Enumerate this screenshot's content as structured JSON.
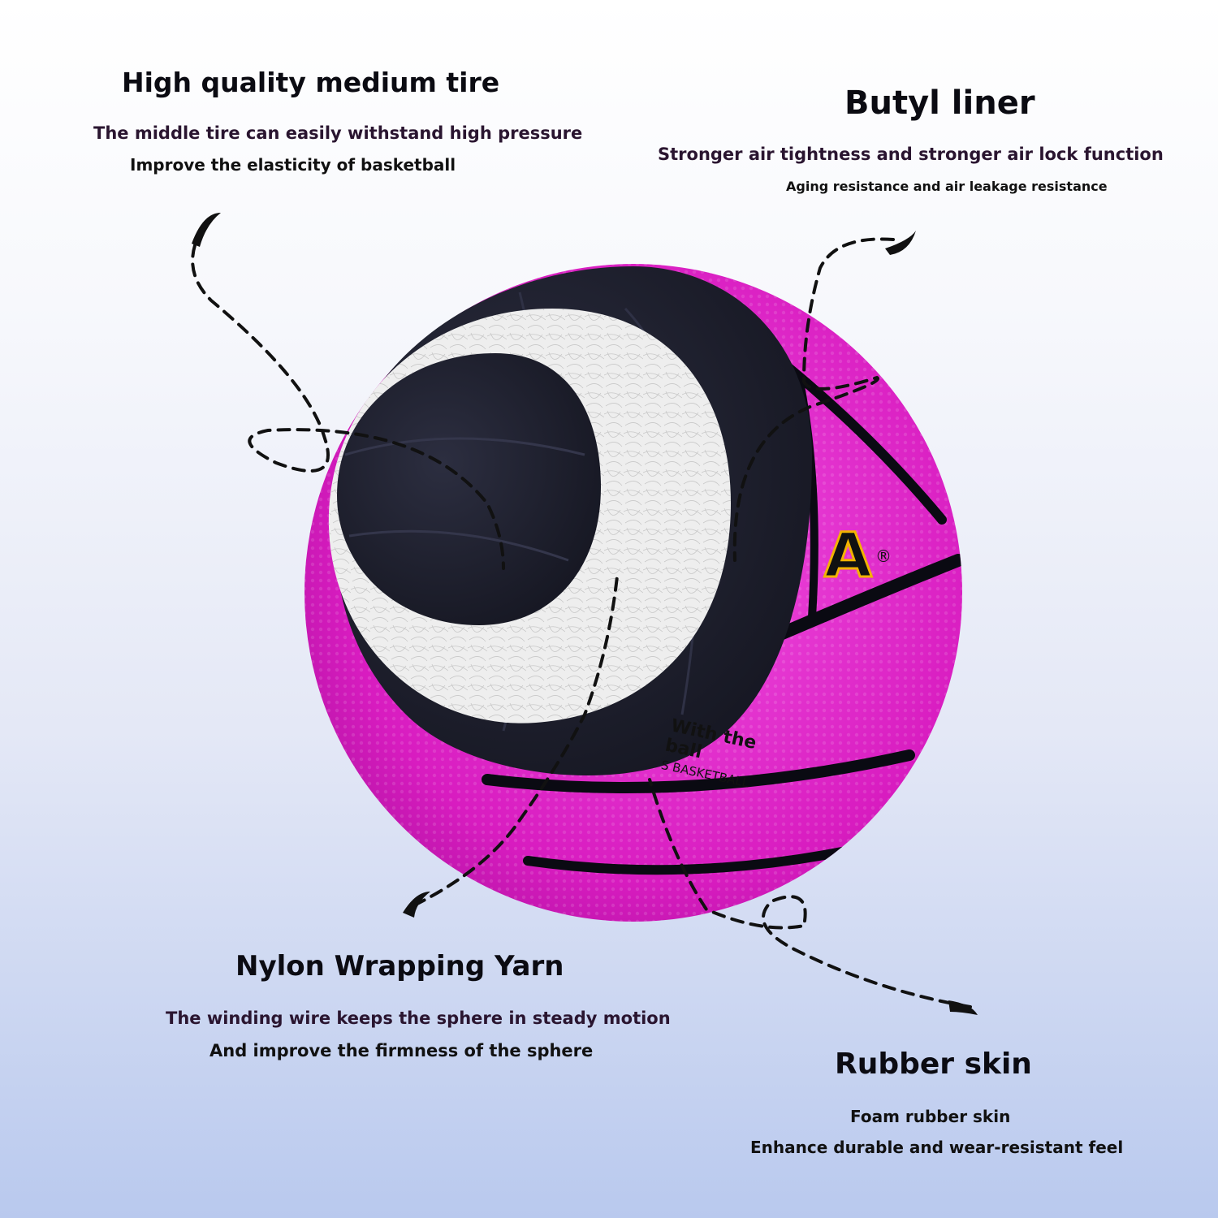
{
  "features": [
    {
      "title": "High quality medium tire",
      "lines": [
        "The middle tire can easily withstand high pressure",
        "Improve the elasticity of basketball"
      ]
    },
    {
      "title": "Butyl liner",
      "lines": [
        "Stronger air tightness and stronger air lock function",
        "Aging resistance and air leakage resistance"
      ]
    },
    {
      "title": "Nylon Wrapping Yarn",
      "lines": [
        "The winding wire keeps the sphere in steady motion",
        "And improve the firmness of the sphere"
      ]
    },
    {
      "title": "Rubber skin",
      "lines": [
        "Foam rubber skin",
        "Enhance durable and wear-resistant feel"
      ]
    }
  ],
  "ball": {
    "brand_fragment": "A",
    "registered_mark": "®",
    "print_line1": "With the",
    "print_line2": "ball",
    "print_line3": "S BASKETBALL",
    "colors": {
      "skin": "#e020c8",
      "liner": "#1c1d2b",
      "yarn": "#eeeeee",
      "seam": "#0a0a12",
      "logo_outline": "#f2b300"
    }
  }
}
